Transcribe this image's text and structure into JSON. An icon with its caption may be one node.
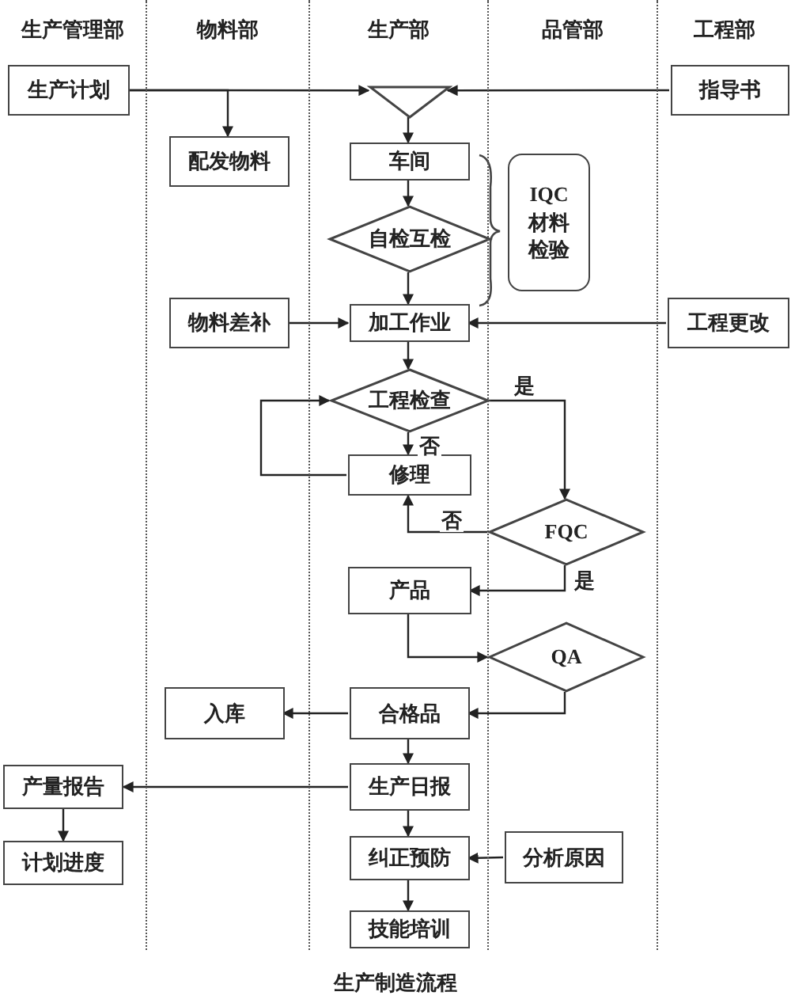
{
  "diagram": {
    "caption": "生产制造流程",
    "nodes": [
      {
        "text": [
          "生产管理部"
        ]
      },
      {
        "text": [
          "物料部"
        ]
      },
      {
        "text": [
          "生产部"
        ]
      },
      {
        "text": [
          "品管部"
        ]
      },
      {
        "text": [
          "工程部"
        ]
      },
      {
        "text": [
          "生产计划"
        ],
        "in": 0
      },
      {
        "text": [
          "指导书"
        ],
        "in": 4
      },
      {
        "text": [],
        "shape": "triangle",
        "in": 2
      },
      {
        "text": [
          "配发物料"
        ],
        "in": 1
      },
      {
        "text": [
          "车间"
        ],
        "in": 2
      },
      {
        "text": [
          "IQC材料检验"
        ],
        "in": 3
      },
      {
        "text": [
          "自检互检"
        ],
        "in": 2
      },
      {
        "text": [
          "物料差补"
        ],
        "in": 1
      },
      {
        "text": [
          "加工作业"
        ],
        "in": 2
      },
      {
        "text": [
          "工程更改"
        ],
        "in": 4
      },
      {
        "text": [
          "工程检查"
        ],
        "in": 2
      },
      {
        "text": [
          "修理"
        ],
        "in": 2
      },
      {
        "text": [
          "FQC"
        ],
        "in": 3
      },
      {
        "text": [
          "产品"
        ],
        "in": 2
      },
      {
        "text": [
          "QA"
        ],
        "in": 3
      },
      {
        "text": [
          "入库"
        ],
        "in": 1
      },
      {
        "text": [
          "合格品"
        ],
        "in": 2
      },
      {
        "text": [
          "产量报告"
        ],
        "in": 0
      },
      {
        "text": [
          "生产日报"
        ],
        "in": 2
      },
      {
        "text": [
          "计划进度"
        ],
        "in": 0
      },
      {
        "text": [
          "纠正预防"
        ],
        "in": 2
      },
      {
        "text": [
          "分析原因"
        ],
        "in": 3
      },
      {
        "text": [
          "技能培训"
        ],
        "in": 2
      }
    ],
    "edges": [
      {
        "from": 5,
        "to": 7,
        "arrow": "to"
      },
      {
        "from": 5,
        "to": 8,
        "arrow": "to"
      },
      {
        "from": 6,
        "to": 7,
        "arrow": "to"
      },
      {
        "from": 7,
        "to": 9,
        "arrow": "to"
      },
      {
        "from": 9,
        "to": 11,
        "arrow": "to"
      },
      {
        "from": 11,
        "to": 13,
        "arrow": "to"
      },
      {
        "from": 12,
        "to": 13,
        "arrow": "to"
      },
      {
        "from": 14,
        "to": 13,
        "arrow": "to"
      },
      {
        "from": 13,
        "to": 15,
        "arrow": "to"
      },
      {
        "from": 15,
        "to": 16,
        "arrow": "to",
        "label": "否"
      },
      {
        "from": 15,
        "to": 17,
        "arrow": "to",
        "label": "是"
      },
      {
        "from": 16,
        "to": 15,
        "arrow": "to"
      },
      {
        "from": 17,
        "to": 16,
        "arrow": "to",
        "label": "否"
      },
      {
        "from": 17,
        "to": 18,
        "arrow": "to",
        "label": "是"
      },
      {
        "from": 18,
        "to": 19,
        "arrow": "to"
      },
      {
        "from": 19,
        "to": 21,
        "arrow": "to"
      },
      {
        "from": 21,
        "to": 20,
        "arrow": "to"
      },
      {
        "from": 21,
        "to": 23,
        "arrow": "to"
      },
      {
        "from": 23,
        "to": 22,
        "arrow": "to"
      },
      {
        "from": 22,
        "to": 24,
        "arrow": "to"
      },
      {
        "from": 23,
        "to": 25,
        "arrow": "to"
      },
      {
        "from": 26,
        "to": 25,
        "arrow": "to"
      },
      {
        "from": 25,
        "to": 27,
        "arrow": "to"
      }
    ]
  }
}
